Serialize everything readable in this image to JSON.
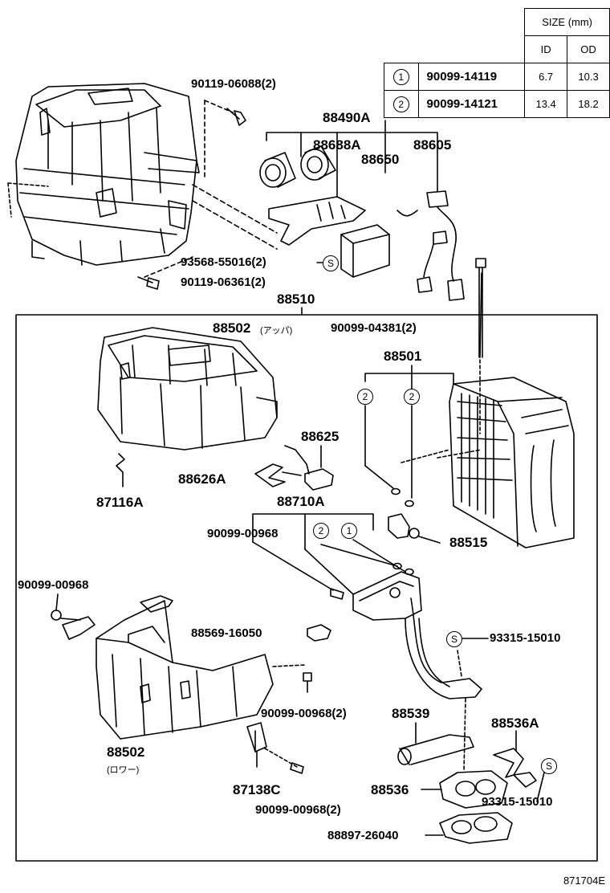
{
  "table": {
    "header_size": "SIZE (mm)",
    "col_id": "ID",
    "col_od": "OD",
    "rows": [
      {
        "num": "1",
        "part": "90099-14119",
        "id": "6.7",
        "od": "10.3"
      },
      {
        "num": "2",
        "part": "90099-14121",
        "id": "13.4",
        "od": "18.2"
      }
    ]
  },
  "labels": {
    "p90119_06088": "90119-06088(2)",
    "p88490A": "88490A",
    "p88688A": "88688A",
    "p88605": "88605",
    "p88650": "88650",
    "p93568": "93568-55016(2)",
    "p90119_06361": "90119-06361(2)",
    "p88510": "88510",
    "p88502_upper": "88502",
    "p88502_upper_jp": "(アッパ)",
    "p90099_04381": "90099-04381(2)",
    "p88501": "88501",
    "p88625": "88625",
    "p88626A": "88626A",
    "p87116A": "87116A",
    "p88710A": "88710A",
    "p90099_00968_a": "90099-00968",
    "p88515": "88515",
    "p90099_00968_b": "90099-00968",
    "p88569": "88569-16050",
    "p93315_a": "93315-15010",
    "p90099_00968_c": "90099-00968(2)",
    "p88539": "88539",
    "p88536A": "88536A",
    "p88502_lower": "88502",
    "p88502_lower_jp": "(ロワー)",
    "p87138C": "87138C",
    "p88536": "88536",
    "p93315_b": "93315-15010",
    "p90099_00968_d": "90099-00968(2)",
    "p88897": "88897-26040"
  },
  "badges": {
    "s1": "S",
    "s2": "S",
    "s3": "S",
    "c2a": "2",
    "c2b": "2",
    "c2c": "2",
    "c1": "1"
  },
  "figure_number": "871704E"
}
